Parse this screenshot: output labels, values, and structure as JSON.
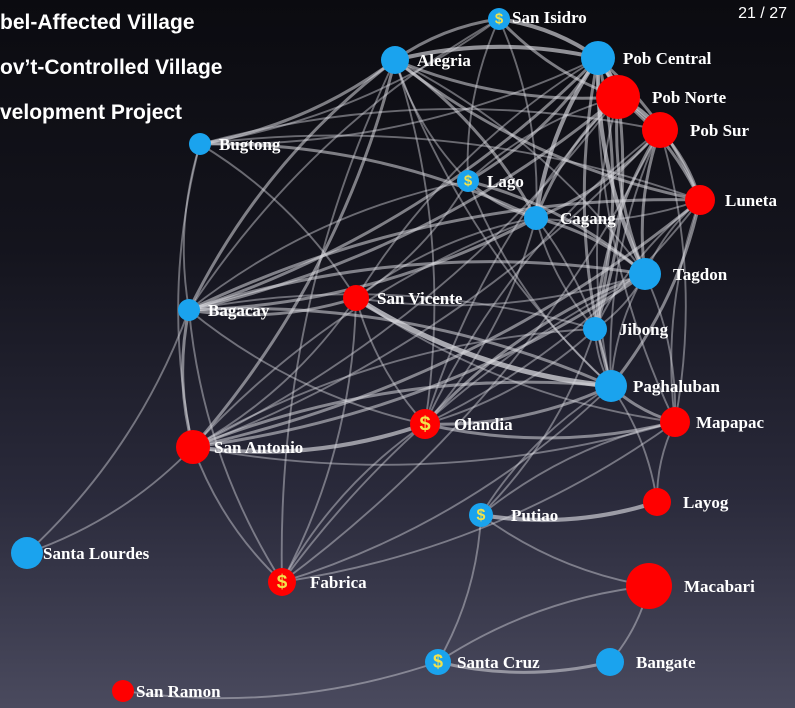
{
  "slide_number": "21 / 27",
  "legend": {
    "rebel": "bel-Affected Village",
    "govt": "ov’t-Controlled Village",
    "project": "velopment Project"
  },
  "colors": {
    "rebel": "#ff0000",
    "govt": "#1aa3ee",
    "edge": "#d8d8de",
    "dollar": "#f2e24a"
  },
  "nodes": [
    {
      "id": "SanIsidro",
      "label": "San Isidro",
      "type": "govt",
      "project": true
    },
    {
      "id": "Alegria",
      "label": "Alegria",
      "type": "govt",
      "project": false
    },
    {
      "id": "PobCentral",
      "label": "Pob Central",
      "type": "govt",
      "project": false
    },
    {
      "id": "PobNorte",
      "label": "Pob Norte",
      "type": "rebel",
      "project": false
    },
    {
      "id": "PobSur",
      "label": "Pob Sur",
      "type": "rebel",
      "project": false
    },
    {
      "id": "Bugtong",
      "label": "Bugtong",
      "type": "govt",
      "project": false
    },
    {
      "id": "Lago",
      "label": "Lago",
      "type": "govt",
      "project": true
    },
    {
      "id": "Luneta",
      "label": "Luneta",
      "type": "rebel",
      "project": false
    },
    {
      "id": "Cagang",
      "label": "Cagang",
      "type": "govt",
      "project": false
    },
    {
      "id": "Tagdon",
      "label": "Tagdon",
      "type": "govt",
      "project": false
    },
    {
      "id": "SanVicente",
      "label": "San Vicente",
      "type": "rebel",
      "project": false
    },
    {
      "id": "Bagacay",
      "label": "Bagacay",
      "type": "govt",
      "project": false
    },
    {
      "id": "Jibong",
      "label": "Jibong",
      "type": "govt",
      "project": false
    },
    {
      "id": "Paghaluban",
      "label": "Paghaluban",
      "type": "govt",
      "project": false
    },
    {
      "id": "Olandia",
      "label": "Olandia",
      "type": "rebel",
      "project": true
    },
    {
      "id": "Mapapac",
      "label": "Mapapac",
      "type": "rebel",
      "project": false
    },
    {
      "id": "SanAntonio",
      "label": "San Antonio",
      "type": "rebel",
      "project": false
    },
    {
      "id": "Layog",
      "label": "Layog",
      "type": "rebel",
      "project": false
    },
    {
      "id": "Putiao",
      "label": "Putiao",
      "type": "govt",
      "project": true
    },
    {
      "id": "SantaLourdes",
      "label": "Santa Lourdes",
      "type": "govt",
      "project": false
    },
    {
      "id": "Fabrica",
      "label": "Fabrica",
      "type": "rebel",
      "project": true
    },
    {
      "id": "Macabari",
      "label": "Macabari",
      "type": "rebel",
      "project": false
    },
    {
      "id": "SantaCruz",
      "label": "Santa Cruz",
      "type": "govt",
      "project": true
    },
    {
      "id": "Bangate",
      "label": "Bangate",
      "type": "govt",
      "project": false
    },
    {
      "id": "SanRamon",
      "label": "San Ramon",
      "type": "rebel",
      "project": false
    }
  ],
  "edges": [
    [
      "SanIsidro",
      "Alegria",
      2
    ],
    [
      "SanIsidro",
      "PobCentral",
      3
    ],
    [
      "SanIsidro",
      "PobNorte",
      2
    ],
    [
      "SanIsidro",
      "Bugtong",
      1
    ],
    [
      "SanIsidro",
      "Lago",
      1
    ],
    [
      "SanIsidro",
      "Cagang",
      1
    ],
    [
      "SanIsidro",
      "Bagacay",
      1
    ],
    [
      "Alegria",
      "PobCentral",
      3
    ],
    [
      "Alegria",
      "PobNorte",
      2
    ],
    [
      "Alegria",
      "Bugtong",
      2
    ],
    [
      "Alegria",
      "Lago",
      1
    ],
    [
      "Alegria",
      "Cagang",
      2
    ],
    [
      "Alegria",
      "Luneta",
      2
    ],
    [
      "Alegria",
      "Tagdon",
      1
    ],
    [
      "Alegria",
      "Bagacay",
      2
    ],
    [
      "Alegria",
      "SanAntonio",
      2
    ],
    [
      "Alegria",
      "Fabrica",
      1
    ],
    [
      "Alegria",
      "Olandia",
      1
    ],
    [
      "Alegria",
      "Paghaluban",
      1
    ],
    [
      "PobCentral",
      "PobNorte",
      4
    ],
    [
      "PobCentral",
      "PobSur",
      2
    ],
    [
      "PobCentral",
      "Lago",
      2
    ],
    [
      "PobCentral",
      "Cagang",
      3
    ],
    [
      "PobCentral",
      "Luneta",
      2
    ],
    [
      "PobCentral",
      "Tagdon",
      3
    ],
    [
      "PobCentral",
      "Jibong",
      2
    ],
    [
      "PobCentral",
      "Paghaluban",
      2
    ],
    [
      "PobCentral",
      "Bagacay",
      2
    ],
    [
      "PobCentral",
      "SanVicente",
      1
    ],
    [
      "PobCentral",
      "Bugtong",
      1
    ],
    [
      "PobCentral",
      "Mapapac",
      1
    ],
    [
      "PobNorte",
      "PobSur",
      3
    ],
    [
      "PobNorte",
      "Cagang",
      2
    ],
    [
      "PobNorte",
      "Luneta",
      2
    ],
    [
      "PobNorte",
      "Tagdon",
      2
    ],
    [
      "PobNorte",
      "Jibong",
      2
    ],
    [
      "PobNorte",
      "Paghaluban",
      1
    ],
    [
      "PobNorte",
      "SanAntonio",
      1
    ],
    [
      "PobNorte",
      "Olandia",
      1
    ],
    [
      "PobNorte",
      "Bagacay",
      2
    ],
    [
      "PobNorte",
      "Lago",
      1
    ],
    [
      "PobSur",
      "Luneta",
      2
    ],
    [
      "PobSur",
      "Tagdon",
      2
    ],
    [
      "PobSur",
      "Cagang",
      2
    ],
    [
      "PobSur",
      "Jibong",
      2
    ],
    [
      "PobSur",
      "Mapapac",
      1
    ],
    [
      "PobSur",
      "Paghaluban",
      1
    ],
    [
      "PobSur",
      "SanAntonio",
      1
    ],
    [
      "PobSur",
      "Olandia",
      1
    ],
    [
      "PobSur",
      "Fabrica",
      1
    ],
    [
      "PobSur",
      "Bugtong",
      1
    ],
    [
      "Bugtong",
      "Cagang",
      2
    ],
    [
      "Bugtong",
      "Bagacay",
      1
    ],
    [
      "Bugtong",
      "SanVicente",
      1
    ],
    [
      "Bugtong",
      "SanAntonio",
      1
    ],
    [
      "Bugtong",
      "Luneta",
      1
    ],
    [
      "Lago",
      "Cagang",
      2
    ],
    [
      "Lago",
      "Tagdon",
      2
    ],
    [
      "Lago",
      "Bagacay",
      1
    ],
    [
      "Lago",
      "SanVicente",
      1
    ],
    [
      "Lago",
      "Paghaluban",
      1
    ],
    [
      "Luneta",
      "Cagang",
      1
    ],
    [
      "Luneta",
      "Tagdon",
      1
    ],
    [
      "Luneta",
      "Paghaluban",
      2
    ],
    [
      "Luneta",
      "Mapapac",
      1
    ],
    [
      "Luneta",
      "SanAntonio",
      2
    ],
    [
      "Luneta",
      "Bagacay",
      2
    ],
    [
      "Luneta",
      "Olandia",
      1
    ],
    [
      "Luneta",
      "Jibong",
      1
    ],
    [
      "Cagang",
      "Tagdon",
      2
    ],
    [
      "Cagang",
      "Jibong",
      1
    ],
    [
      "Cagang",
      "Bagacay",
      2
    ],
    [
      "Cagang",
      "SanVicente",
      1
    ],
    [
      "Cagang",
      "Olandia",
      1
    ],
    [
      "Cagang",
      "SanAntonio",
      1
    ],
    [
      "Cagang",
      "Paghaluban",
      1
    ],
    [
      "Tagdon",
      "Bagacay",
      2
    ],
    [
      "Tagdon",
      "SanVicente",
      1
    ],
    [
      "Tagdon",
      "Olandia",
      2
    ],
    [
      "Tagdon",
      "SanAntonio",
      2
    ],
    [
      "Tagdon",
      "Paghaluban",
      1
    ],
    [
      "Tagdon",
      "Mapapac",
      1
    ],
    [
      "Tagdon",
      "Fabrica",
      1
    ],
    [
      "Tagdon",
      "Jibong",
      1
    ],
    [
      "SanVicente",
      "Paghaluban",
      4
    ],
    [
      "SanVicente",
      "Bagacay",
      2
    ],
    [
      "SanVicente",
      "Olandia",
      1
    ],
    [
      "SanVicente",
      "Fabrica",
      1
    ],
    [
      "SanVicente",
      "Mapapac",
      1
    ],
    [
      "SanVicente",
      "SanAntonio",
      1
    ],
    [
      "Bagacay",
      "SanAntonio",
      2
    ],
    [
      "Bagacay",
      "SantaLourdes",
      1
    ],
    [
      "Bagacay",
      "Fabrica",
      1
    ],
    [
      "Bagacay",
      "Paghaluban",
      2
    ],
    [
      "Bagacay",
      "Olandia",
      1
    ],
    [
      "Bagacay",
      "Jibong",
      1
    ],
    [
      "Jibong",
      "SanAntonio",
      1
    ],
    [
      "Jibong",
      "Putiao",
      1
    ],
    [
      "Jibong",
      "Paghaluban",
      1
    ],
    [
      "Jibong",
      "Olandia",
      1
    ],
    [
      "Paghaluban",
      "Mapapac",
      2
    ],
    [
      "Paghaluban",
      "Olandia",
      2
    ],
    [
      "Paghaluban",
      "SanAntonio",
      2
    ],
    [
      "Paghaluban",
      "Fabrica",
      1
    ],
    [
      "Paghaluban",
      "Putiao",
      1
    ],
    [
      "Paghaluban",
      "Layog",
      1
    ],
    [
      "Olandia",
      "Mapapac",
      2
    ],
    [
      "Olandia",
      "SanAntonio",
      3
    ],
    [
      "Olandia",
      "Fabrica",
      1
    ],
    [
      "Mapapac",
      "SanAntonio",
      1
    ],
    [
      "Mapapac",
      "Putiao",
      1
    ],
    [
      "Mapapac",
      "Fabrica",
      1
    ],
    [
      "Mapapac",
      "Layog",
      1
    ],
    [
      "SanAntonio",
      "SantaLourdes",
      1
    ],
    [
      "SanAntonio",
      "Fabrica",
      1
    ],
    [
      "Layog",
      "Putiao",
      3
    ],
    [
      "Putiao",
      "Macabari",
      1
    ],
    [
      "Putiao",
      "SantaCruz",
      1
    ],
    [
      "Macabari",
      "SantaCruz",
      1
    ],
    [
      "Macabari",
      "Bangate",
      1
    ],
    [
      "SantaCruz",
      "Bangate",
      2
    ],
    [
      "SantaCruz",
      "SanRamon",
      1
    ]
  ]
}
